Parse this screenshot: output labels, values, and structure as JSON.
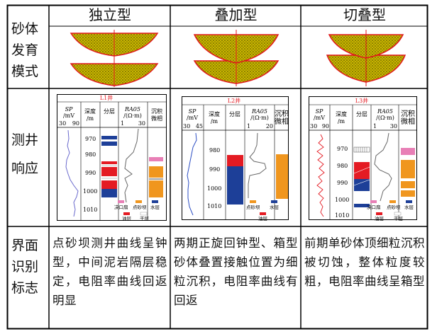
{
  "row_headers": {
    "mode": "砂体发育模式",
    "response": "测井响应",
    "criteria": "界面识别标志"
  },
  "columns": [
    {
      "title": "独立型",
      "well": "L1井",
      "sp_scale": [
        "30",
        "90"
      ],
      "depth_ticks": [
        "970",
        "980",
        "990",
        "1000",
        "1010"
      ],
      "description": "点砂坝测井曲线呈钟型，中间泥岩隔层稳定，电阻率曲线回返明显"
    },
    {
      "title": "叠加型",
      "well": "L2井",
      "sp_scale": [
        "30",
        "45"
      ],
      "depth_ticks": [
        "980",
        "990",
        "1000",
        "1010"
      ],
      "description": "两期正旋回钟型、箱型砂体叠置接触位置为细粒沉积，电阻率曲线有回返"
    },
    {
      "title": "切叠型",
      "well": "L3井",
      "sp_scale": [
        "30",
        "90"
      ],
      "depth_ticks": [
        "970",
        "980",
        "990",
        "1000",
        "1010"
      ],
      "description": "前期单砂体顶细粒沉积被切蚀，整体粒度较粗，电阻率曲线呈箱型"
    }
  ],
  "log_headers": {
    "sp": "SP",
    "sp_unit": "/mV",
    "depth": "深度",
    "depth_unit": "/m",
    "layer": "分层",
    "res": "RA05",
    "res_unit": "/(Ω·m)",
    "res_scale": [
      "1",
      "30"
    ],
    "res_scale_l2": [
      "1",
      "20"
    ],
    "facies": "沉积",
    "facies2": "微相"
  },
  "legend": {
    "crevasse": "决口扇",
    "point_bar": "点砂坝",
    "water": "水层",
    "oil": "油层",
    "dry": "干层"
  },
  "colors": {
    "sand": "#c9b400",
    "sand_outline": "#e0161b",
    "oil": "#e41b23",
    "water": "#1d3f98",
    "point_bar": "#f0961e",
    "crevasse": "#e87fb6",
    "well_title": "#e41b23",
    "sp_curve_l1": "#6a6acd",
    "sp_curve_l2": "#2d4fc4",
    "sp_curve_l3": "#e41b23"
  }
}
